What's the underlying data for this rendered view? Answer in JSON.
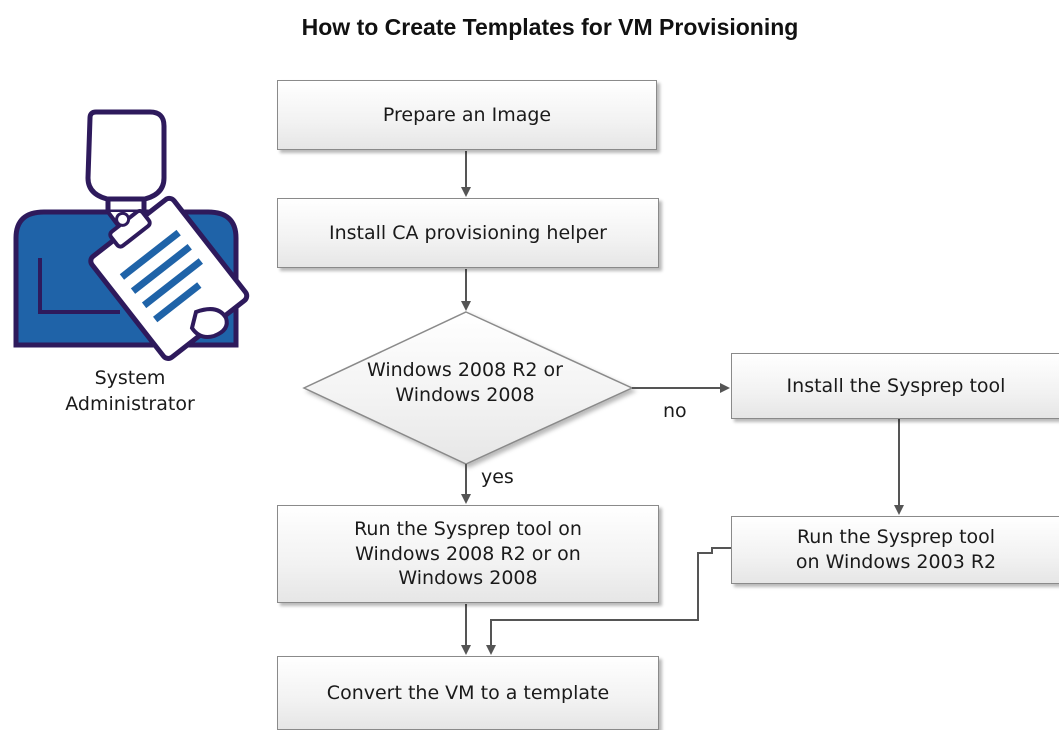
{
  "title": "How to Create Templates for VM Provisioning",
  "actor": {
    "line1": "System",
    "line2": "Administrator",
    "icon": "system-administrator-icon"
  },
  "steps": {
    "prepare": "Prepare an Image",
    "install_helper": "Install CA provisioning helper",
    "decision": {
      "line1": "Windows 2008 R2 or",
      "line2": "Windows 2008"
    },
    "install_sysprep": "Install the Sysprep tool",
    "run_2008": {
      "line1": "Run the Sysprep tool on",
      "line2": "Windows 2008 R2 or on",
      "line3": "Windows 2008"
    },
    "run_2003": {
      "line1": "Run the Sysprep tool",
      "line2": "on Windows 2003 R2"
    },
    "convert": "Convert the VM to a template"
  },
  "edge_labels": {
    "no": "no",
    "yes": "yes"
  },
  "colors": {
    "icon_outline": "#2e1a5c",
    "icon_fill": "#1f63a8",
    "box_border": "#8a8a8a",
    "connector": "#555555"
  }
}
